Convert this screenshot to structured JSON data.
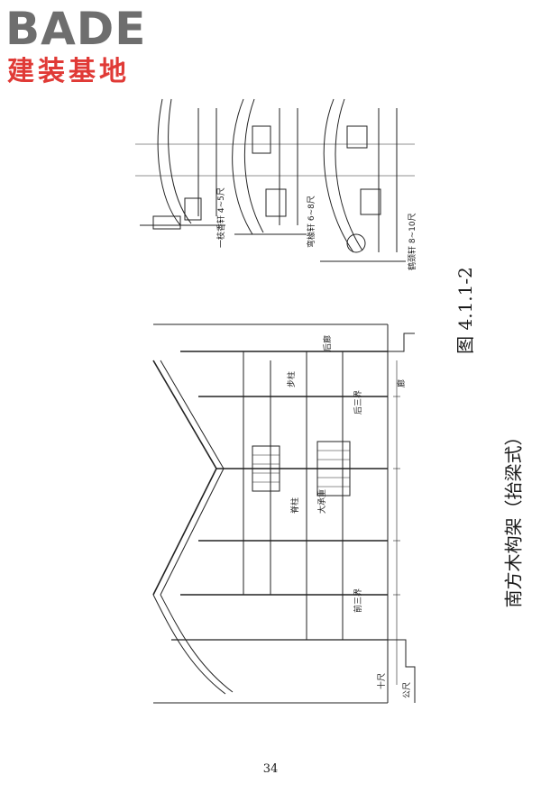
{
  "logo": {
    "brand": "BADE",
    "subtitle": "建装基地"
  },
  "figure": {
    "number": "图 4.1.1-2",
    "caption": "南方木构架（抬梁式）",
    "labels": {
      "detail_1": "一枝香轩 4~5尺",
      "detail_2": "弯椽轩 6~8尺",
      "detail_3": "鹤颈轩 8~10尺",
      "main_1": "廊",
      "main_2": "后廊",
      "main_3": "步柱",
      "main_4": "脊柱",
      "main_5": "前三界",
      "main_6": "后三界",
      "main_7": "大承重",
      "main_8": "十尺",
      "main_9": "公尺"
    }
  },
  "page": {
    "number": "34"
  }
}
